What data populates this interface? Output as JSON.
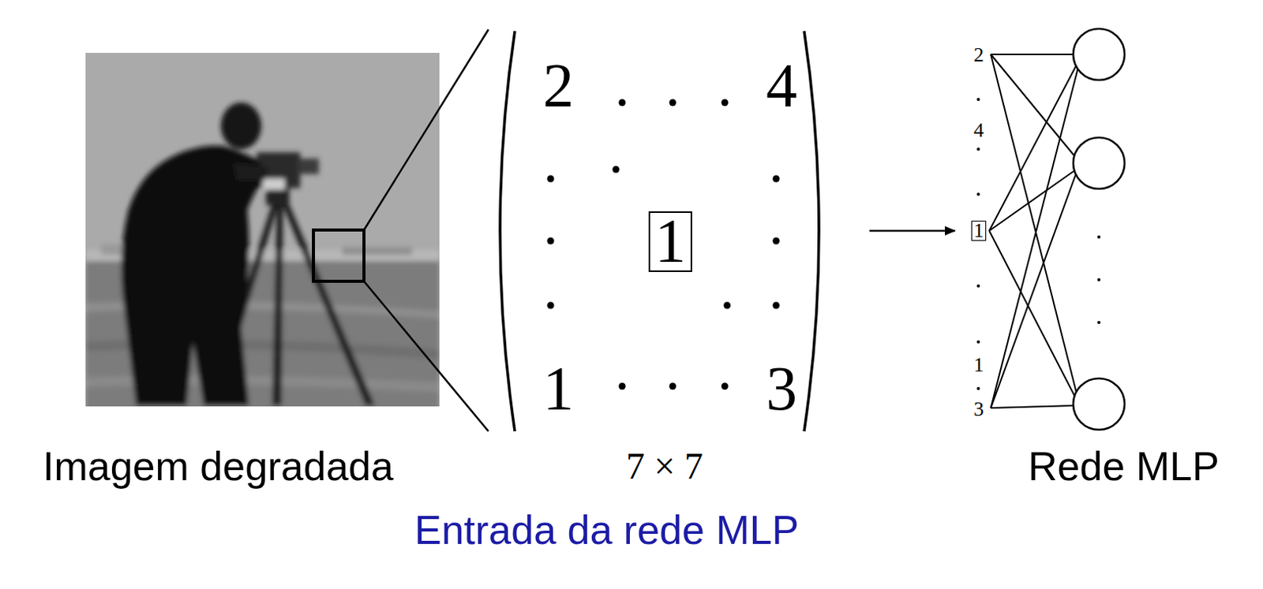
{
  "diagram": {
    "caption": "Entrada da rede MLP",
    "nodes": [
      {
        "text": [
          "1"
        ]
      },
      {
        "text": [
          "1"
        ]
      }
    ],
    "labels": [
      "2",
      "4",
      "1",
      "3",
      "2",
      "4",
      "1",
      "3",
      "Imagem degradada",
      "7 × 7",
      "Rede MLP"
    ]
  }
}
